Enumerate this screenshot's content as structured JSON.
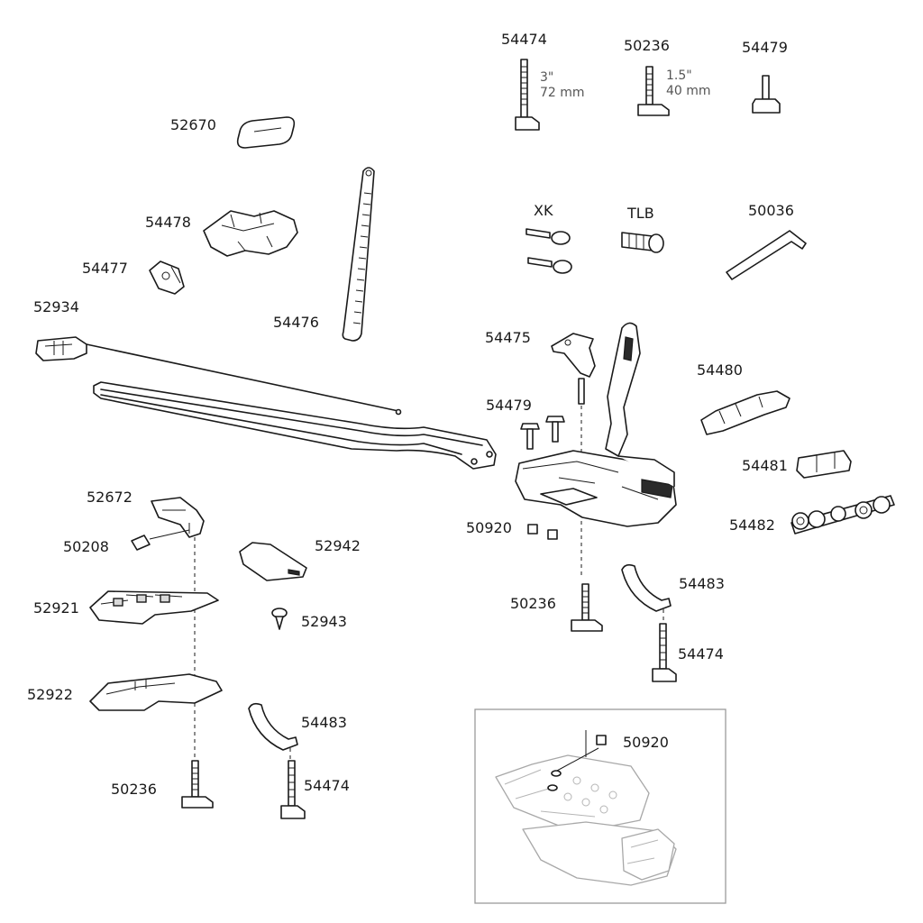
{
  "colors": {
    "ink": "#1a1a1a",
    "dimension_text": "#555555",
    "inset_frame": "#9a9a9a",
    "inset_lines": "#a8a8a8"
  },
  "labels": {
    "p54474_top": "54474",
    "p50236_top": "50236",
    "p54479_top": "54479",
    "p52670": "52670",
    "p54478": "54478",
    "p54477": "54477",
    "p52934": "52934",
    "p54476": "54476",
    "xk": "XK",
    "tlb": "TLB",
    "p50036": "50036",
    "p54475": "54475",
    "p54480": "54480",
    "p54479_mid": "54479",
    "p54481": "54481",
    "p54482": "54482",
    "p50920": "50920",
    "p52672": "52672",
    "p50208": "50208",
    "p52942": "52942",
    "p52921": "52921",
    "p52943": "52943",
    "p52922": "52922",
    "p50236_mid": "50236",
    "p54483_right": "54483",
    "p54474_right": "54474",
    "p54483_left": "54483",
    "p54474_left": "54474",
    "p50236_left": "50236",
    "p50920_inset": "50920"
  },
  "dimensions": {
    "bolt_54474": {
      "inch": "3\"",
      "mm": "72 mm"
    },
    "bolt_50236": {
      "inch": "1.5\"",
      "mm": "40 mm"
    }
  }
}
